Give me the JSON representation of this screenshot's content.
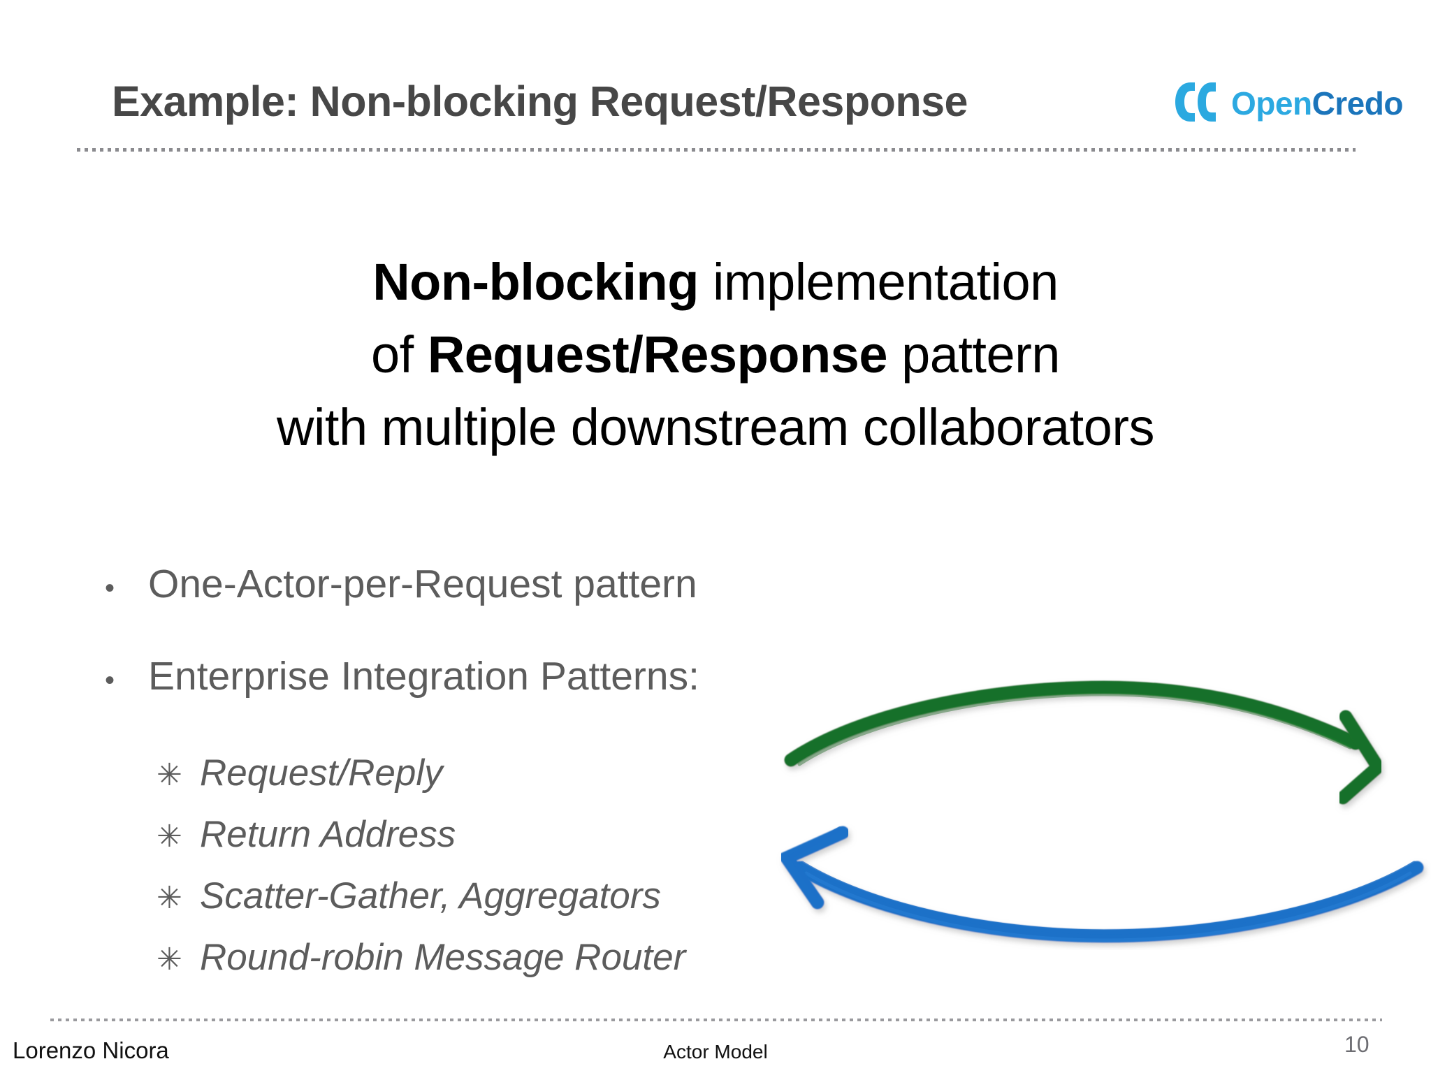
{
  "header": {
    "title": "Example: Non-blocking Request/Response",
    "logo": {
      "mark": "oc-monogram-icon",
      "word_part1": "Open",
      "word_part2": "Credo",
      "color_light": "#2ca9e1",
      "color_dark": "#1b75bb"
    },
    "divider": "dotted-rule"
  },
  "statement": {
    "line1_bold": "Non-blocking",
    "line1_rest": "implementation",
    "line2_pre": "of",
    "line2_bold": "Request/Response",
    "line2_rest": "pattern",
    "line3": "with multiple downstream collaborators"
  },
  "bullets": [
    {
      "marker": "•",
      "label": "One-Actor-per-Request pattern",
      "children": []
    },
    {
      "marker": "•",
      "label": "Enterprise Integration Patterns:",
      "children": [
        {
          "marker": "✳",
          "label": "Request/Reply"
        },
        {
          "marker": "✳",
          "label": "Return Address"
        },
        {
          "marker": "✳",
          "label": "Scatter-Gather, Aggregators"
        },
        {
          "marker": "✳",
          "label": "Round-robin Message Router"
        }
      ]
    }
  ],
  "graphic": {
    "name": "two-way-brush-arrows",
    "top_arrow": {
      "icon": "curved-arrow-right-icon",
      "color": "#197029",
      "direction": "left-to-right"
    },
    "bottom_arrow": {
      "icon": "curved-arrow-left-icon",
      "color": "#1a71c8",
      "direction": "right-to-left"
    }
  },
  "footer": {
    "author": "Lorenzo Nicora",
    "deck_title": "Actor Model",
    "page_number": "10"
  }
}
